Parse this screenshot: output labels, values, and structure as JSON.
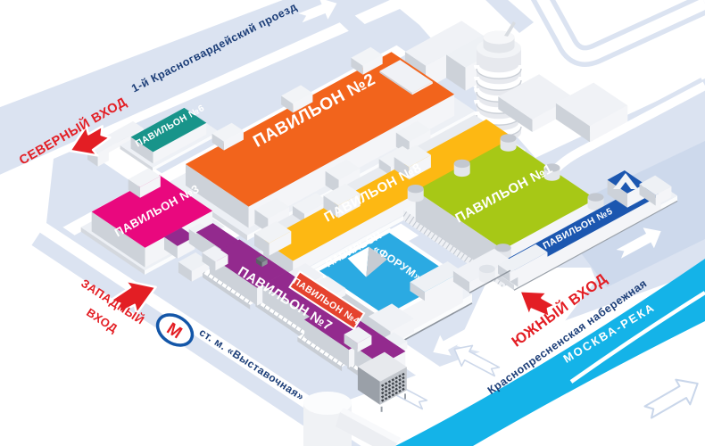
{
  "pavilions": {
    "p1": {
      "label": "ПАВИЛЬОН №1",
      "color": "#a7c816"
    },
    "p2": {
      "label": "ПАВИЛЬОН №2",
      "color": "#f2641c"
    },
    "p3": {
      "label": "ПАВИЛЬОН №3",
      "color": "#e9087e"
    },
    "p4": {
      "label": "ПАВИЛЬОН №4",
      "color": "#e5432e"
    },
    "p5": {
      "label": "ПАВИЛЬОН №5",
      "color": "#1c57b0"
    },
    "p6": {
      "label": "ПАВИЛЬОН №6",
      "color": "#18948a"
    },
    "p7": {
      "label": "ПАВИЛЬОН №7",
      "color": "#932a8e"
    },
    "p8": {
      "label": "ПАВИЛЬОН №8",
      "color": "#fdb813"
    },
    "forum": {
      "line1": "ПАВИЛЬОН",
      "line2": "«ФОРУМ»",
      "color": "#2baae2"
    }
  },
  "entrances": {
    "north": {
      "label": "СЕВЕРНЫЙ ВХОД",
      "color": "#e31e24"
    },
    "west": {
      "line1": "ЗАПАДНЫЙ",
      "line2": "ВХОД",
      "color": "#e31e24"
    },
    "south": {
      "label": "ЮЖНЫЙ ВХОД",
      "color": "#e31e24"
    }
  },
  "streets": {
    "north_road": "1-й Красногвардейский проезд",
    "embankment": "Краснопресненская набережная"
  },
  "river": {
    "label": "МОСКВА-РЕКА",
    "color": "#14b3e8"
  },
  "metro": {
    "station_label": "ст. м. «Выставочная»",
    "sign_letter": "М"
  },
  "palette": {
    "ground": "#dbe3f1",
    "ground_dark": "#cdd9ec",
    "building_white": "#f0f2f6",
    "street_text": "#1c3e78",
    "entrance_text": "#e31e24",
    "metro_blue": "#1356a8"
  }
}
